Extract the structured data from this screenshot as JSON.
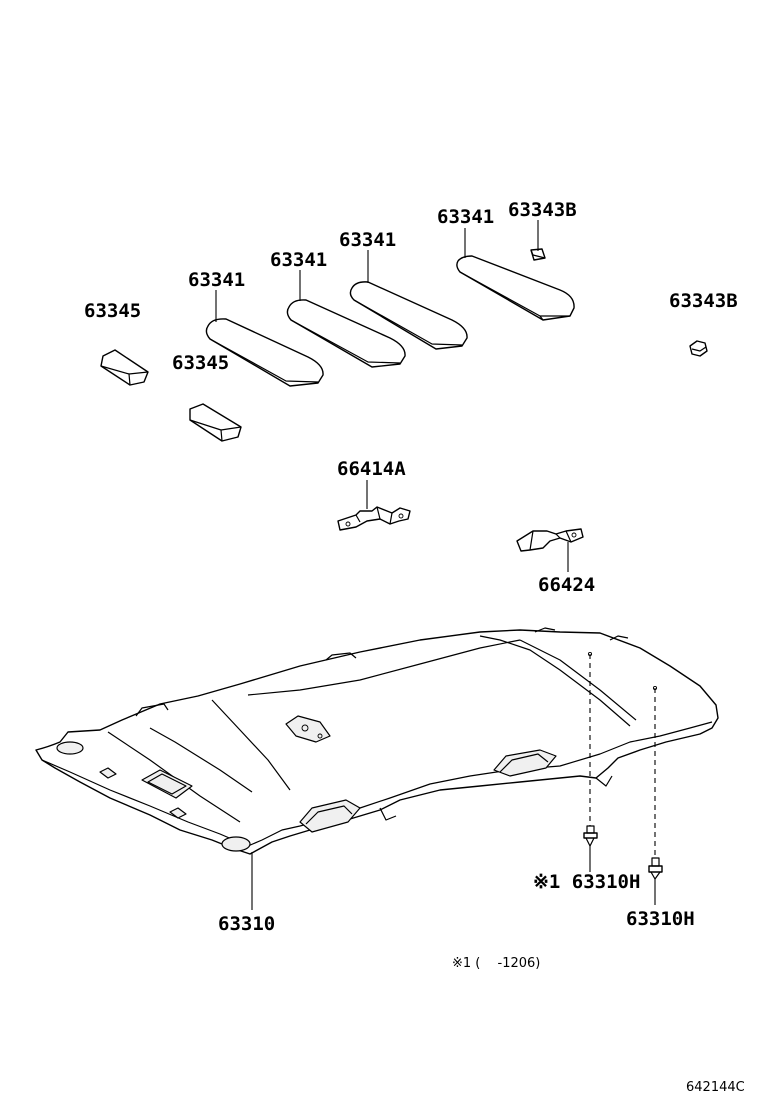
{
  "labels": {
    "pad_63341_a": "63341",
    "pad_63341_b": "63341",
    "pad_63341_c": "63341",
    "pad_63341_d": "63341",
    "clip_63343b_a": "63343B",
    "clip_63343b_b": "63343B",
    "pad_63345_a": "63345",
    "pad_63345_b": "63345",
    "bracket_66414a": "66414A",
    "bracket_66424": "66424",
    "headliner_63310": "63310",
    "clip_63310h_a": "※1 63310H",
    "clip_63310h_b": "63310H"
  },
  "footnote": "※1 (  -1206)",
  "diagram_code": "642144C"
}
